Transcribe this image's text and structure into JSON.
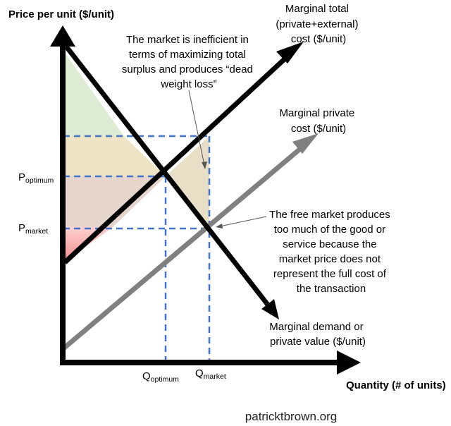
{
  "axes": {
    "y_title": "Price per unit ($/unit)",
    "x_title": "Quantity (# of units)"
  },
  "price_labels": {
    "optimum": {
      "main": "P",
      "sub": "optimum"
    },
    "market": {
      "main": "P",
      "sub": "market"
    }
  },
  "quantity_labels": {
    "optimum": {
      "main": "Q",
      "sub": "optimum"
    },
    "market": {
      "main": "Q",
      "sub": "market"
    }
  },
  "curves": {
    "total_cost": [
      "Marginal total",
      "(private+external)",
      "cost ($/unit)"
    ],
    "private_cost": [
      "Marginal private",
      "cost ($/unit)"
    ],
    "demand": [
      "Marginal demand or",
      "private value ($/unit)"
    ]
  },
  "annotations": {
    "inefficient": [
      "The market is inefficient in",
      "terms of maximizing total",
      "surplus and produces “dead",
      "weight loss”"
    ],
    "free_market": [
      "The free market produces",
      "too much of the good or",
      "service because the",
      "market price does not",
      "represent the full cost of",
      "the transaction"
    ]
  },
  "credit": "patricktbrown.org",
  "colors": {
    "total_cost_line": "#000000",
    "demand_line": "#000000",
    "private_cost_line": "#808080",
    "guide_lines": "#4472c4",
    "consumer_surplus_fill": "#dbead0",
    "upper_band_fill": "#efe5c6",
    "lower_band_fill": "#e5d5cc",
    "deadweight_loss_fill": "#e8dfc8",
    "red_wedge_fill": "#f2b8b8"
  }
}
